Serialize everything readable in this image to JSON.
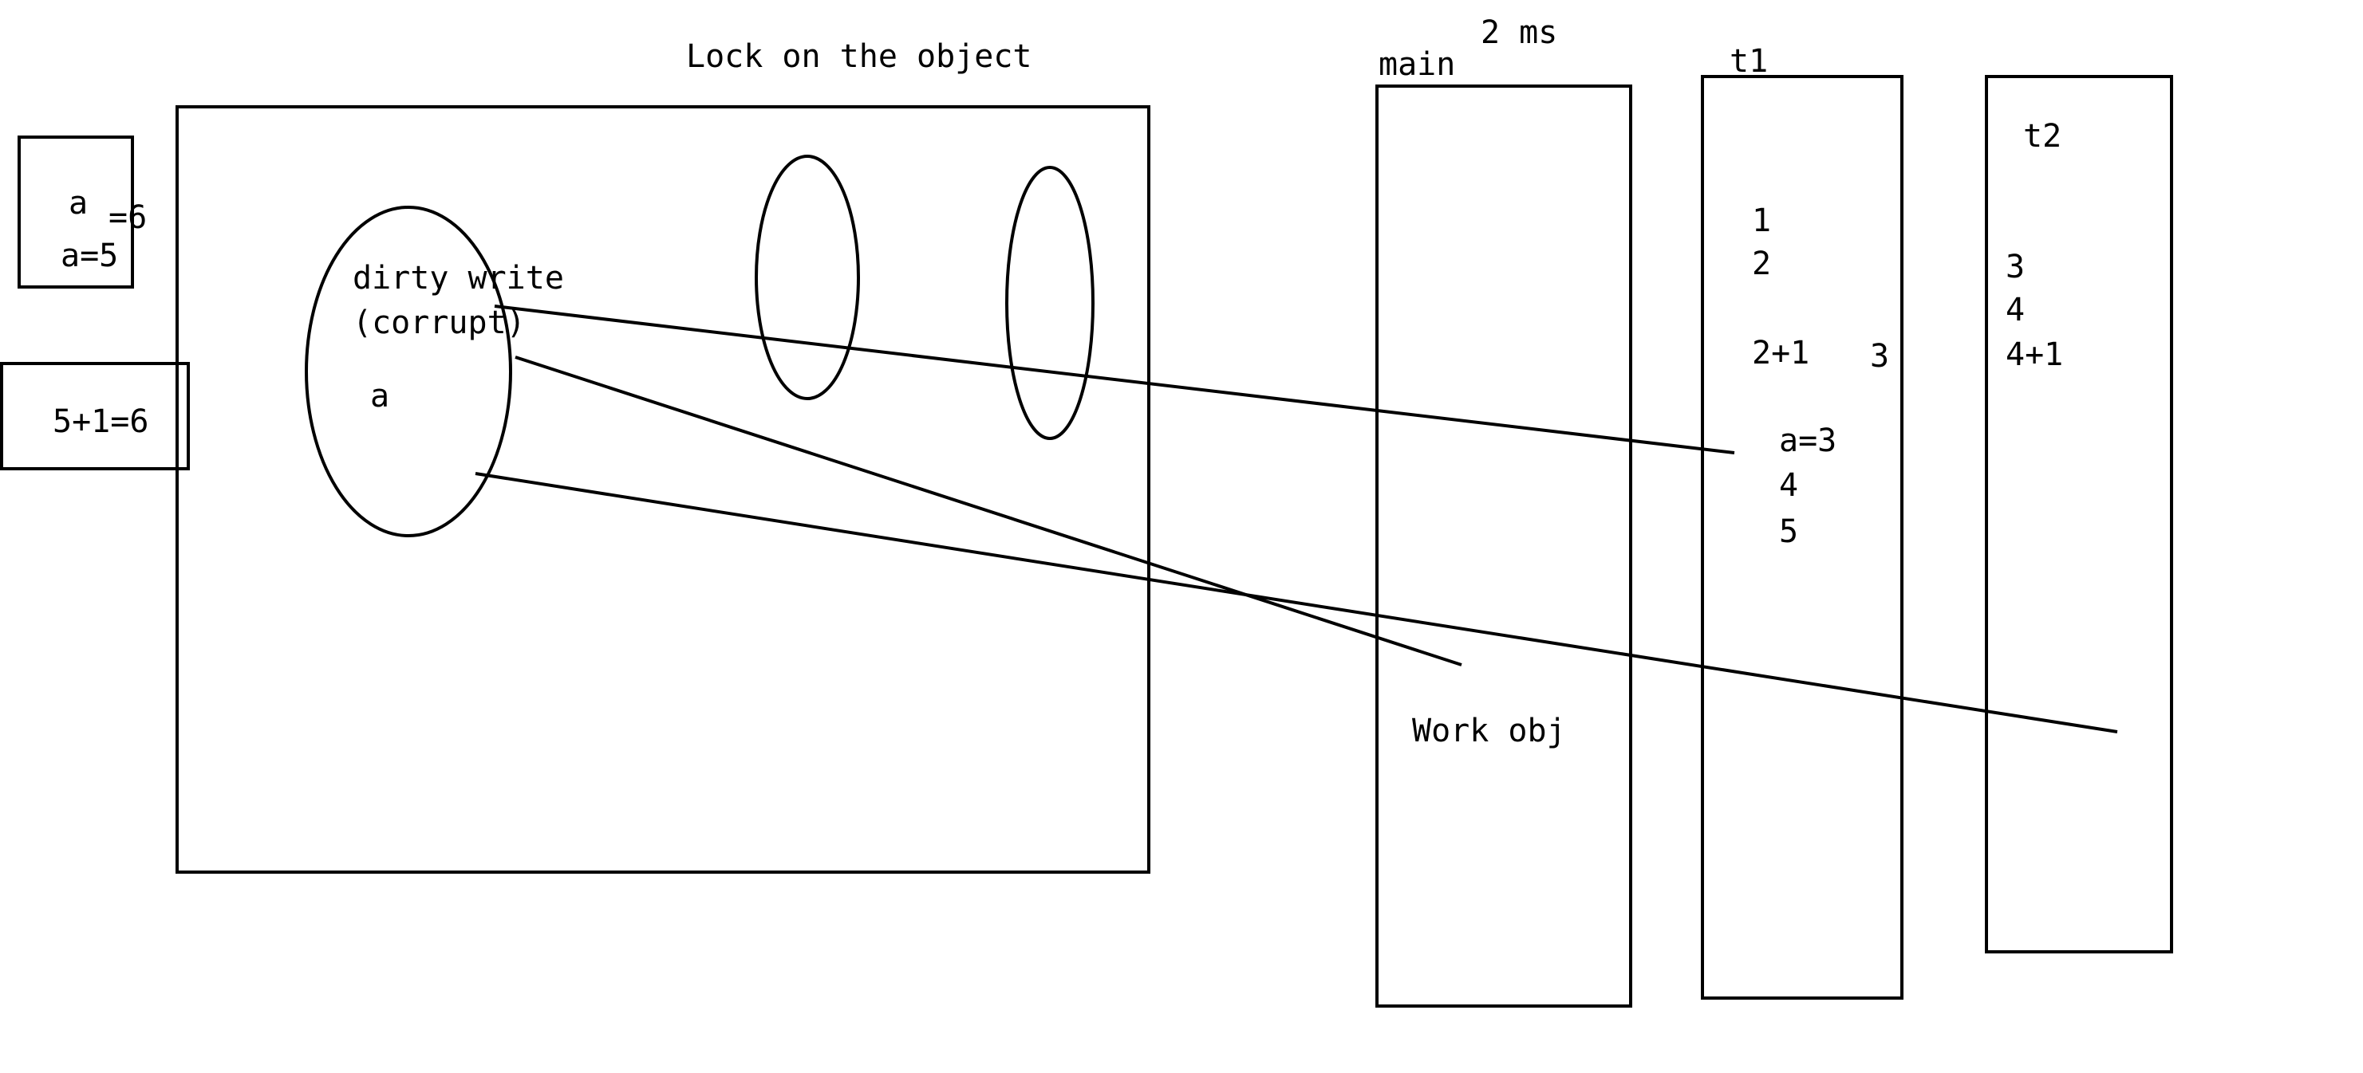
{
  "title": "Lock on the object",
  "timing": "2 ms",
  "stickies": {
    "box_a_line1": "a",
    "box_a_line2": "a=5",
    "box_a_overwrite": "=6",
    "box_calc": "5+1=6"
  },
  "object": {
    "label_line1": "dirty write",
    "label_line2": "(corrupt)",
    "var": "a"
  },
  "main": {
    "title": "main",
    "note": "Work obj"
  },
  "t1": {
    "title": "t1",
    "steps": [
      "1",
      "2",
      "2+1",
      "3",
      "a=3",
      "4",
      "5"
    ]
  },
  "t2": {
    "title": "t2",
    "steps": [
      "3",
      "4",
      "4+1"
    ]
  }
}
